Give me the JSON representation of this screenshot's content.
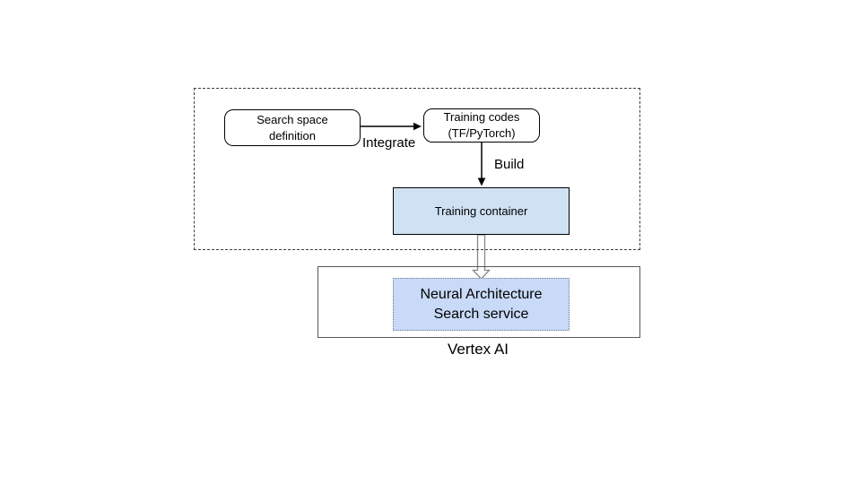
{
  "title": "Neural Architecture Search architecture diagram",
  "colors": {
    "training_container_fill": "#cfe2f3",
    "nas_service_fill": "#c9daf8",
    "nas_service_border": "#6f7b8f",
    "outer_container_border": "#3f3f3f",
    "vertex_container_border": "#595959",
    "hollow_arrow_stroke": "#888888",
    "node_border": "#000000"
  },
  "nodes": {
    "search_space": {
      "line1": "Search space",
      "line2": "definition"
    },
    "training_codes": {
      "line1": "Training codes",
      "line2": "(TF/PyTorch)"
    },
    "training_container": {
      "label": "Training container"
    },
    "nas_service": {
      "line1": "Neural Architecture",
      "line2": "Search service"
    }
  },
  "labels": {
    "integrate": "Integrate",
    "build": "Build",
    "vertex_ai": "Vertex AI"
  }
}
